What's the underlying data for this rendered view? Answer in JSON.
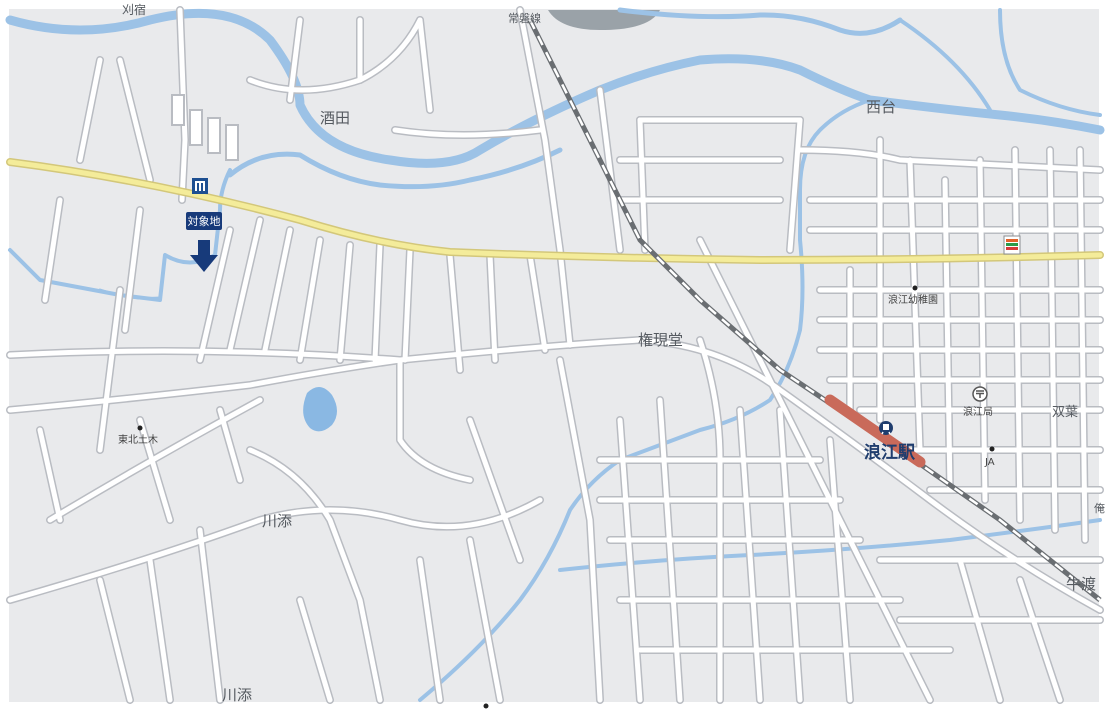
{
  "map": {
    "colors": {
      "background": "#e9eaec",
      "road": "#ffffff",
      "road_casing": "#b9bcc2",
      "main_road": "#f4ec9a",
      "main_road_casing": "#d3c77a",
      "river": "#9cc2e6",
      "pond": "#8ab8e3",
      "railway": "#6a6e72",
      "station": "#c96a5a",
      "marker": "#173a7a"
    },
    "labels": {
      "sakata": "酒田",
      "nishidai": "西台",
      "joban_line": "常磐線",
      "gongendo": "権現堂",
      "kawazoe_1": "川添",
      "kawazoe_2": "川添",
      "ushiwata": "牛渡",
      "futaba": "双葉",
      "tohoku_doboku": "東北土木",
      "namie_kindergarten": "浪江幼稚園",
      "namie_post": "浪江局",
      "ja": "JA",
      "namie_station": "浪江駅",
      "top_left_partial": "刈宿",
      "right_edge_partial": "俺"
    },
    "target": {
      "label": "対象地"
    },
    "icons": {
      "subject_icon": "building-icon",
      "target_arrow": "arrow-down-icon",
      "convenience_store": "convenience-store-icon",
      "post_office": "post-office-icon",
      "station": "station-icon"
    }
  }
}
